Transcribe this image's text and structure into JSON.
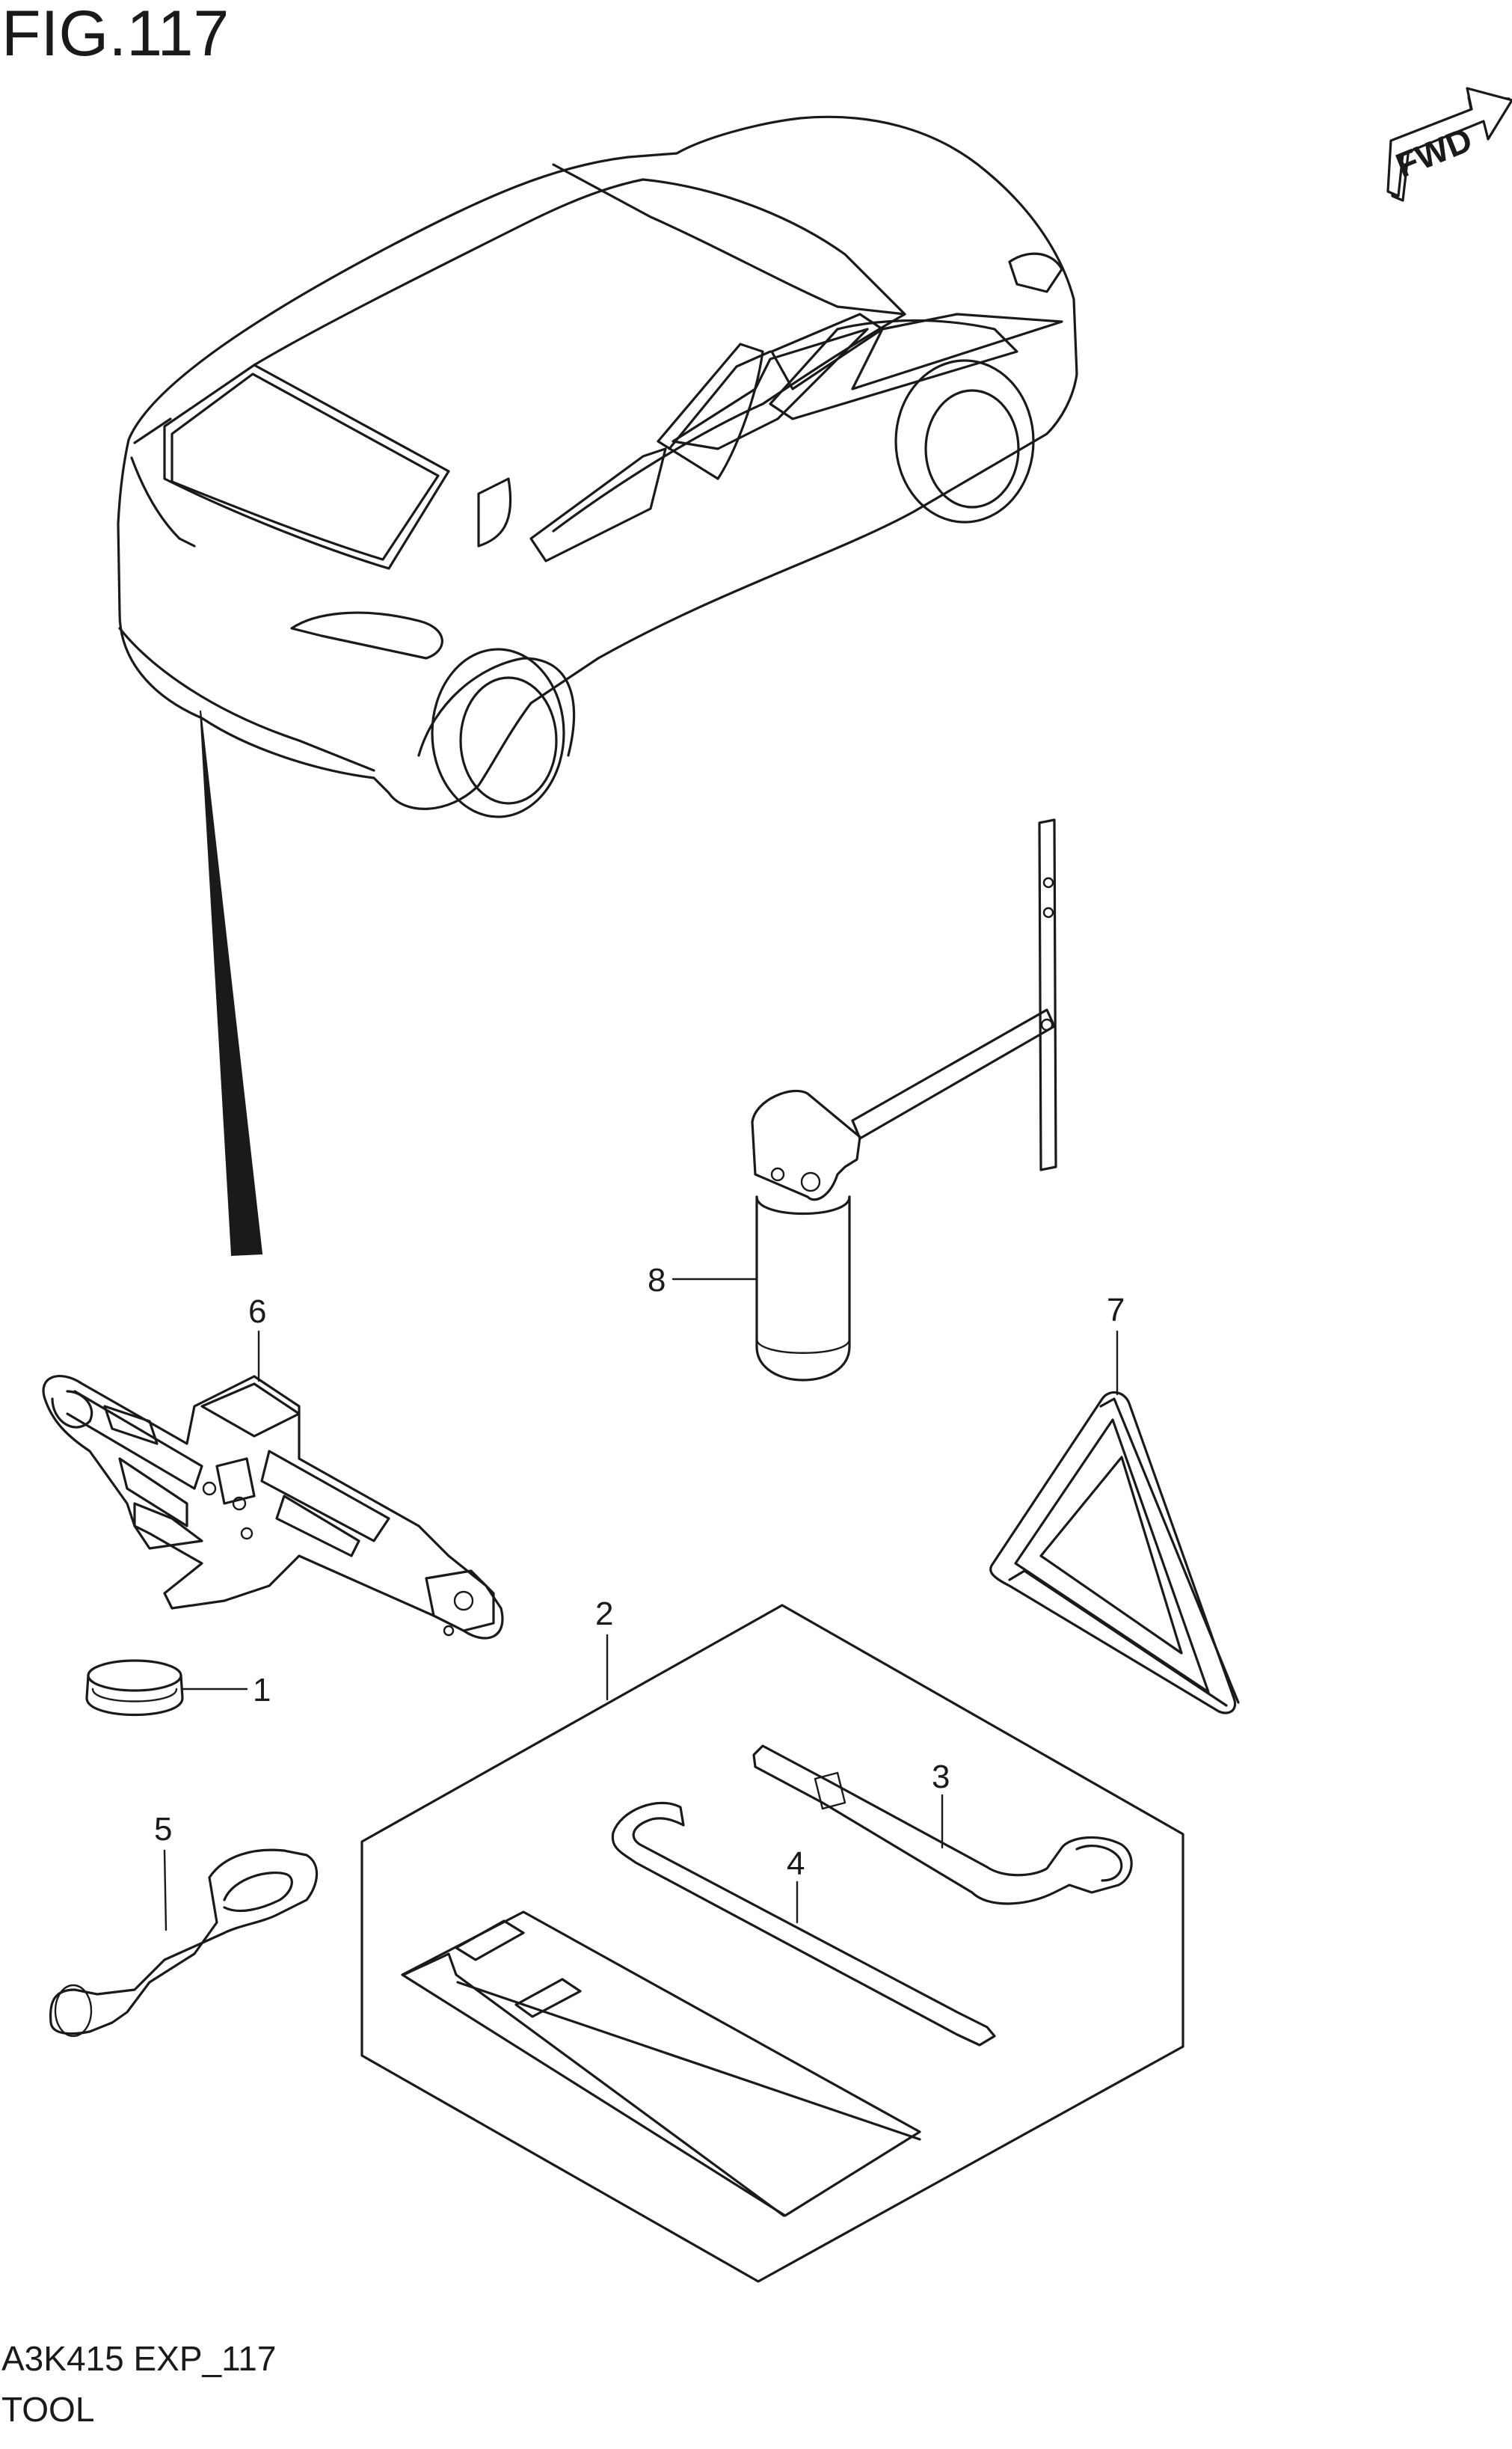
{
  "figure": {
    "title": "FIG.117",
    "code": "A3K415 EXP_117",
    "caption": "TOOL"
  },
  "fwd_arrow": {
    "label": "FWD",
    "icon": "fwd-direction-arrow-icon"
  },
  "parts": [
    {
      "ref": "1",
      "icon": "ring-collar-icon"
    },
    {
      "ref": "2",
      "icon": "tool-kit-bag-icon"
    },
    {
      "ref": "3",
      "icon": "wheel-wrench-icon"
    },
    {
      "ref": "4",
      "icon": "jack-handle-icon"
    },
    {
      "ref": "5",
      "icon": "towing-hook-icon"
    },
    {
      "ref": "6",
      "icon": "scissor-jack-icon"
    },
    {
      "ref": "7",
      "icon": "warning-triangle-icon"
    },
    {
      "ref": "8",
      "icon": "tire-repair-kit-icon"
    }
  ],
  "colors": {
    "line": "#1a1a1a",
    "background": "#ffffff"
  }
}
